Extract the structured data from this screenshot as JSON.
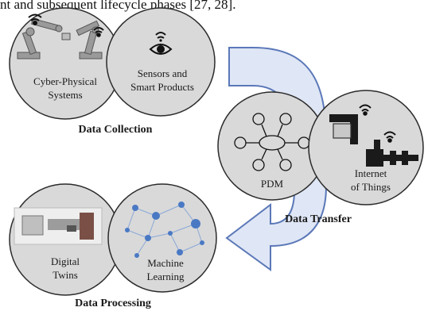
{
  "header_text": "nt and subsequent lifecycle phases [27, 28].",
  "colors": {
    "circle_fill": "#d9d9d9",
    "circle_stroke": "#2b2b2b",
    "arrow_fill": "#dfe6f5",
    "arrow_stroke": "#5b78b8",
    "network_node": "#4a79c4",
    "network_line": "#8aa8d8"
  },
  "groups": [
    {
      "heading": "Data Collection",
      "items": [
        {
          "line1": "Cyber-Physical",
          "line2": "Systems",
          "icon": "robot-arms-icon"
        },
        {
          "line1": "Sensors and",
          "line2": "Smart Products",
          "icon": "eye-sensor-icon"
        }
      ]
    },
    {
      "heading": "Data Transfer",
      "items": [
        {
          "line1": "PDM",
          "line2": "",
          "icon": "pdm-network-icon"
        },
        {
          "line1": "Internet",
          "line2": "of Things",
          "icon": "factory-machines-icon"
        }
      ]
    },
    {
      "heading": "Data Processing",
      "items": [
        {
          "line1": "Digital",
          "line2": "Twins",
          "icon": "machine-photo-icon"
        },
        {
          "line1": "Machine",
          "line2": "Learning",
          "icon": "neural-network-icon"
        }
      ]
    }
  ]
}
